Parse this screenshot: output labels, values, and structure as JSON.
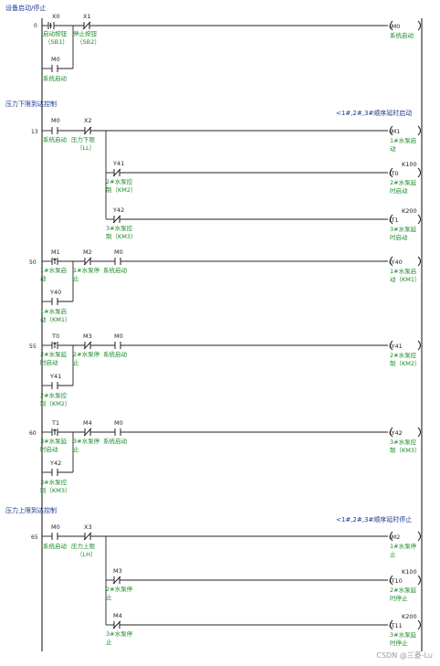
{
  "sections": [
    {
      "title": "设备启动/停止"
    },
    {
      "title": "压力下限到达控制",
      "note": "<1#,2#,3#顺序延时启动"
    },
    {
      "title": "压力上限到达控制",
      "note": "<1#,2#,3#顺序延时停止"
    }
  ],
  "steps": [
    "0",
    "13",
    "50",
    "55",
    "60",
    "65"
  ],
  "devices": {
    "X0": "X0",
    "X1": "X1",
    "X2": "X2",
    "X3": "X3",
    "M0": "M0",
    "M1": "M1",
    "M2": "M2",
    "M3": "M3",
    "M4": "M4",
    "Y40": "Y40",
    "Y41": "Y41",
    "Y42": "Y42",
    "T0": "T0",
    "T1": "T1",
    "T10": "T10",
    "T11": "T11",
    "K100": "K100",
    "K200": "K200"
  },
  "labels": {
    "start_btn_1": "启动按钮",
    "start_btn_2": "（SB1）",
    "stop_btn_1": "停止按钮",
    "stop_btn_2": "（SB2）",
    "sys_start": "系统启动",
    "low_limit_1": "压力下限",
    "low_limit_2": "（LL）",
    "high_limit_1": "压力上限",
    "high_limit_2": "（LH）",
    "p1_start_1": "1#水泵启",
    "p1_start_2": "动",
    "p1_ctrl_1": "1#水泵启",
    "p1_ctrl_2": "动（KM1）",
    "p2_ctrl_1": "2#水泵控",
    "p2_ctrl_2": "制（KM2）",
    "p3_ctrl_1": "3#水泵控",
    "p3_ctrl_2": "制（KM3）",
    "p2_delay_1": "2#水泵延",
    "p2_delay_2": "时启动",
    "p3_delay_1": "3#水泵延",
    "p3_delay_2": "时启动",
    "p1_stop_1": "1#水泵停",
    "p1_stop_2": "止",
    "p2_stop_1": "2#水泵停",
    "p2_stop_2": "止",
    "p3_stop_1": "3#水泵停",
    "p3_stop_2": "止",
    "p2_dstop_1": "2#水泵延",
    "p2_dstop_2": "时停止",
    "p3_dstop_1": "3#水泵延",
    "p3_dstop_2": "时停止"
  },
  "coils": {
    "M0": "(M0",
    "M1": "(M1",
    "Y40": "(Y40",
    "Y41": "(Y41",
    "Y42": "(Y42",
    "T0": "(T0",
    "T1": "(T1",
    "M2": "(M2",
    "T10": "(T10",
    "T11": "(T11"
  },
  "watermark": "CSDN @三菱-Lu"
}
